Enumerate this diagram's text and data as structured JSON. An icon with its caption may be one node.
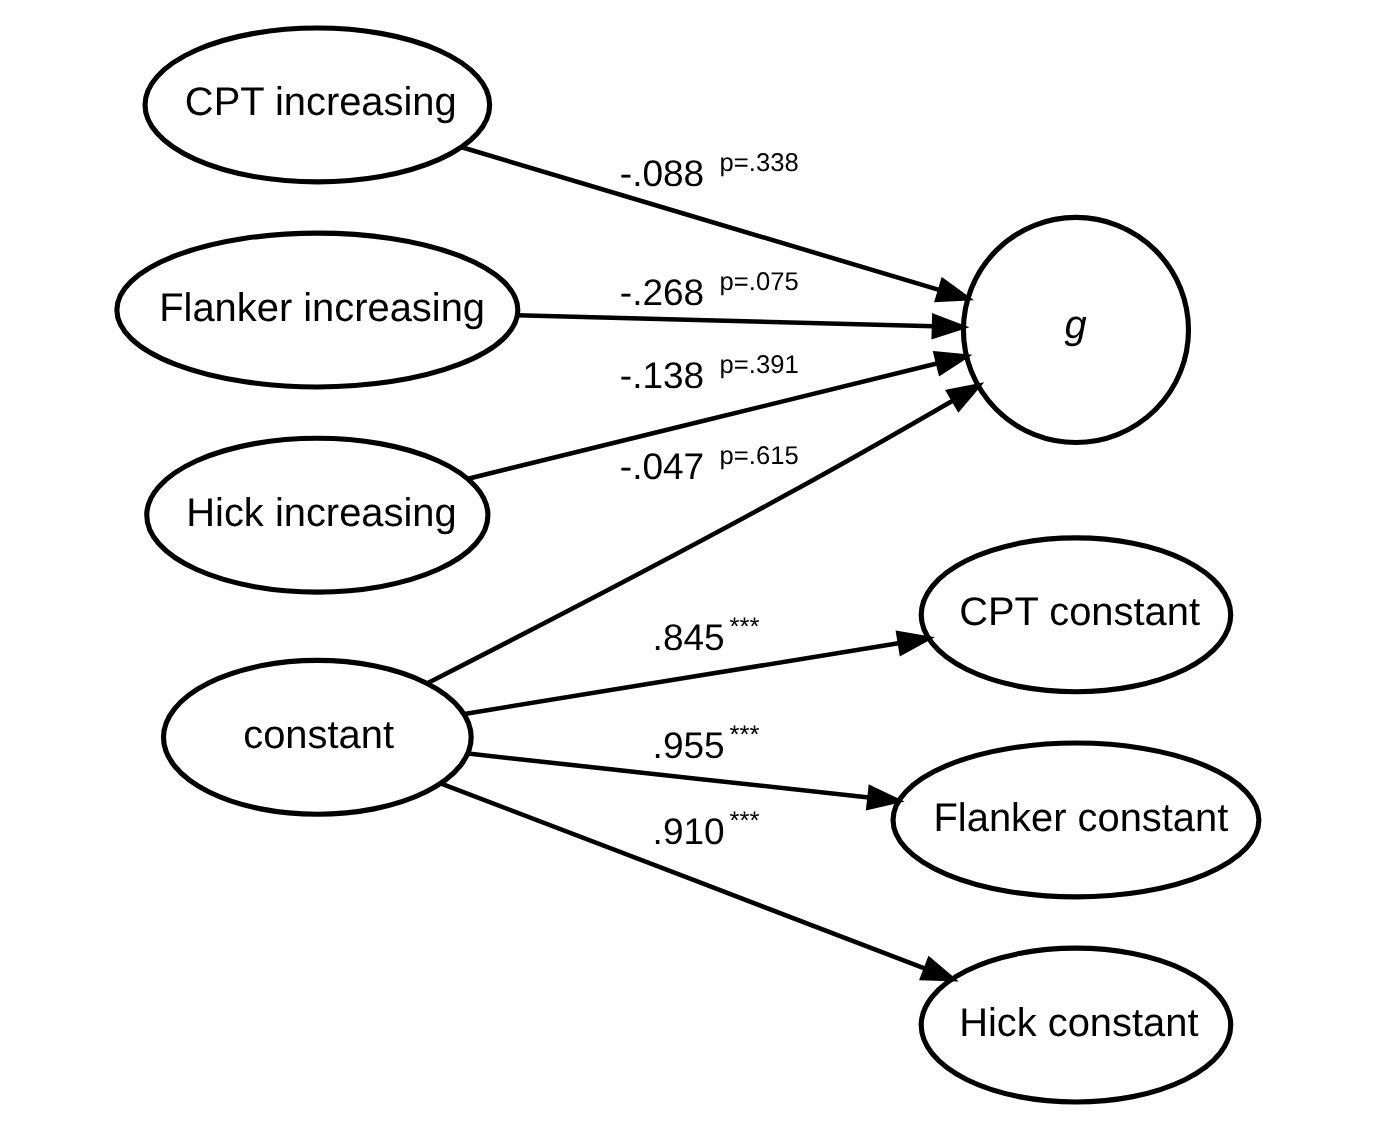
{
  "diagram": {
    "nodes": [
      {
        "text": [
          "CPT increasing"
        ]
      },
      {
        "text": [
          "Flanker increasing"
        ]
      },
      {
        "text": [
          "Hick increasing"
        ]
      },
      {
        "text": [
          "g"
        ]
      },
      {
        "text": [
          "CPT constant"
        ]
      },
      {
        "text": [
          "Flanker constant"
        ]
      },
      {
        "text": [
          "Hick constant"
        ]
      },
      {
        "text": [
          "constant"
        ]
      }
    ],
    "edges": [
      {
        "from": 0,
        "to": 3,
        "arrow": "to",
        "label": "-.088 $^{p=.338}$"
      },
      {
        "from": 1,
        "to": 3,
        "arrow": "to",
        "label": "-.268 $^{p=.075}$"
      },
      {
        "from": 2,
        "to": 3,
        "arrow": "to",
        "label": "-.138 $^{p=.391}$"
      },
      {
        "from": 7,
        "to": 3,
        "arrow": "to",
        "label": "-.047 $^{p=.615}$"
      },
      {
        "from": 7,
        "to": 4,
        "arrow": "to",
        "label": ".845$^{***}$"
      },
      {
        "from": 7,
        "to": 5,
        "arrow": "to",
        "label": ".955$^{***}$"
      },
      {
        "from": 7,
        "to": 6,
        "arrow": "to",
        "label": ".910$^{***}$"
      }
    ]
  }
}
